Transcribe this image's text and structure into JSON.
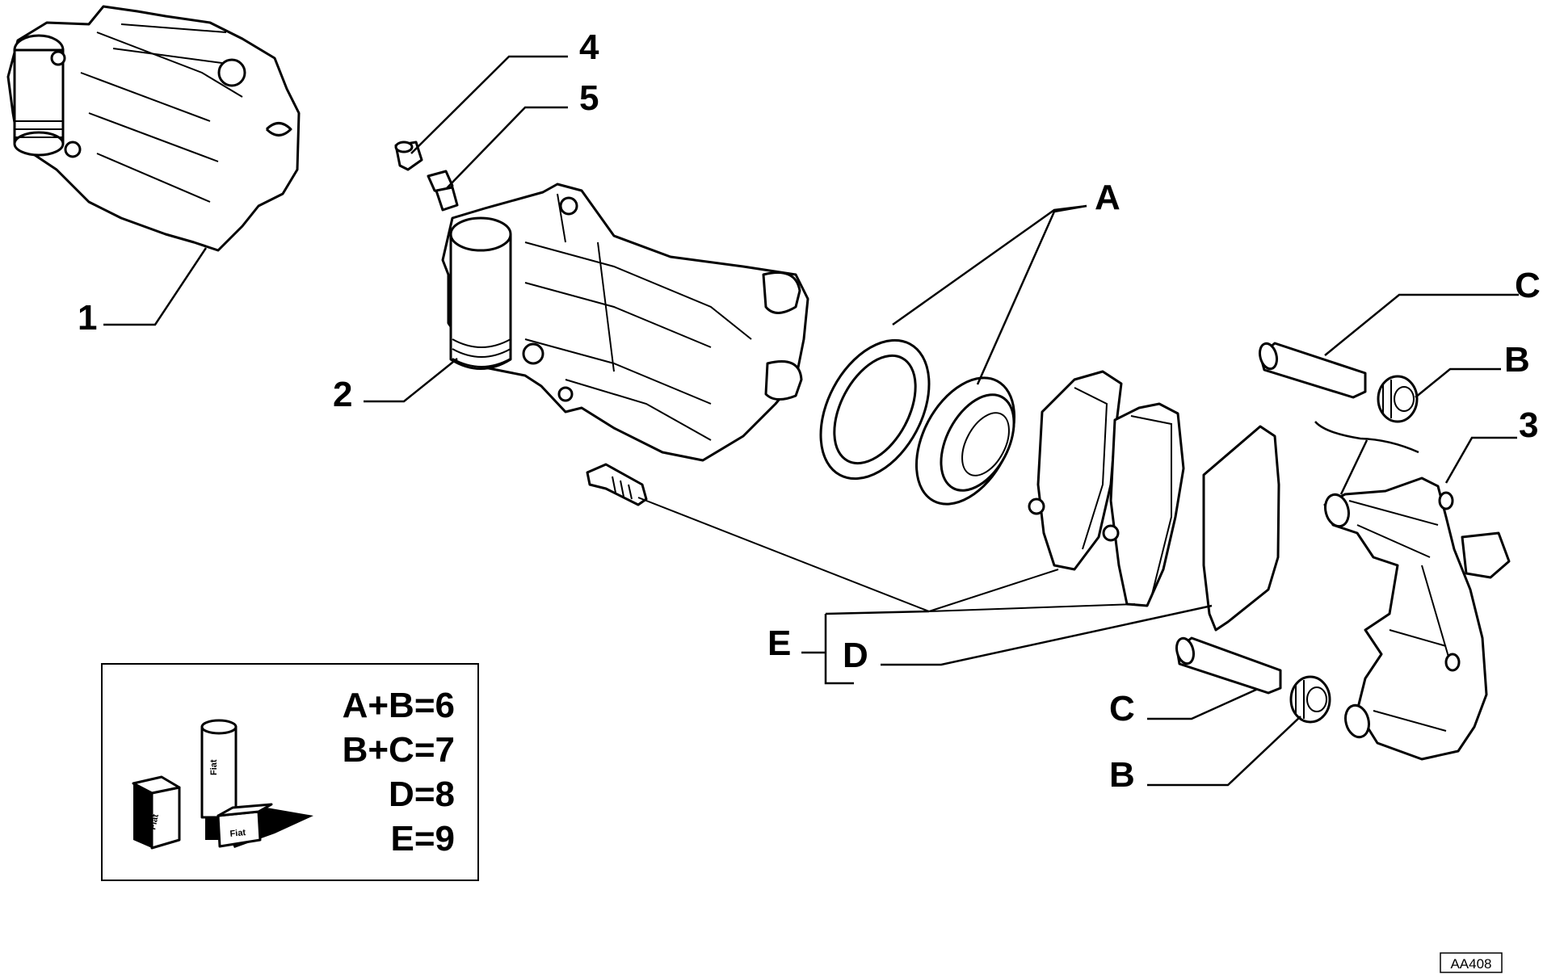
{
  "callouts": {
    "c1": "1",
    "c2": "2",
    "c3": "3",
    "c4": "4",
    "c5": "5",
    "A": "A",
    "B_top": "B",
    "C_top": "C",
    "E": "E",
    "D": "D",
    "C_bottom": "C",
    "B_bottom": "B"
  },
  "legend": {
    "lines": [
      "A+B=6",
      "B+C=7",
      "D=8",
      "E=9"
    ],
    "product_label": "Fiat"
  },
  "reference_code": "AA408",
  "colors": {
    "ink": "#000000",
    "paper": "#ffffff"
  }
}
